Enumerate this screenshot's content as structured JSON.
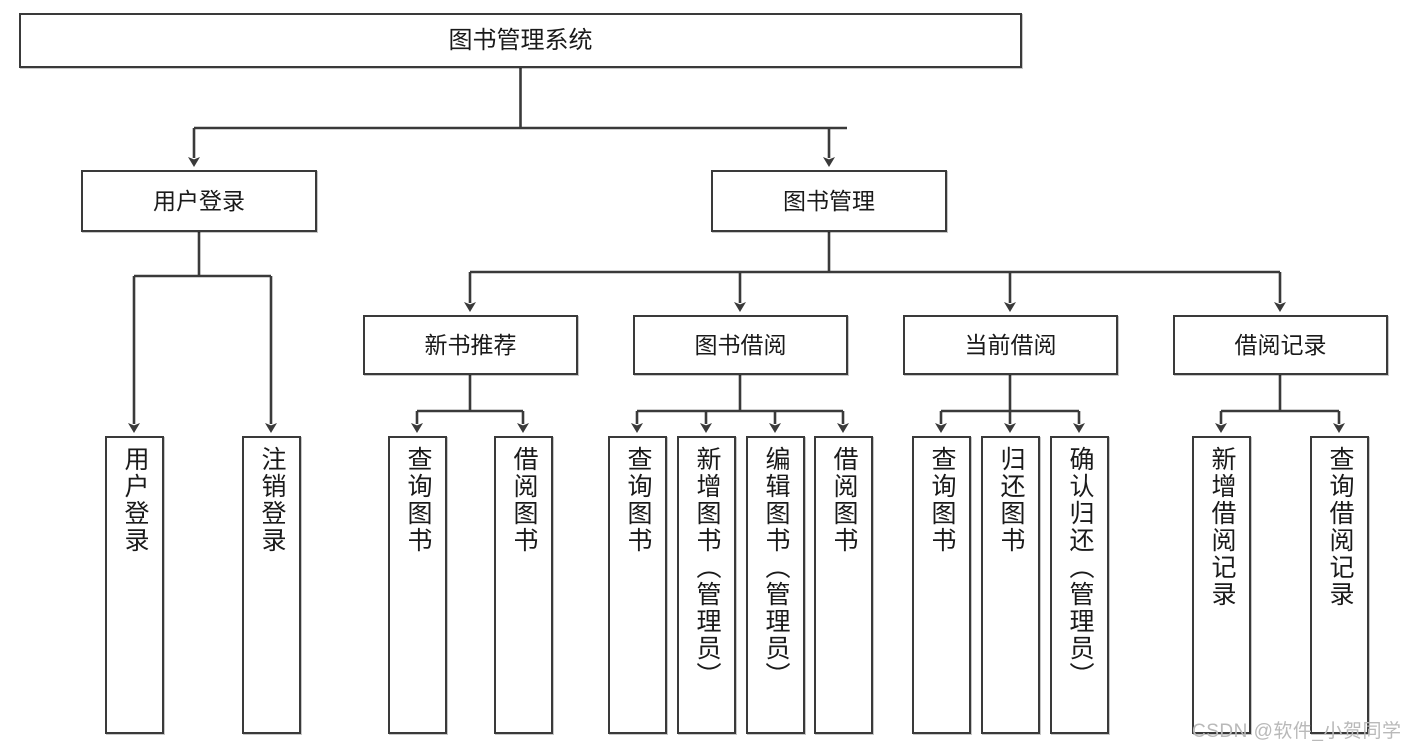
{
  "diagram": {
    "title": "图书管理系统",
    "type": "tree-hierarchy-chart",
    "root": {
      "label": "图书管理系统"
    },
    "level2": [
      {
        "label": "用户登录"
      },
      {
        "label": "图书管理"
      }
    ],
    "level3": [
      {
        "label": "新书推荐"
      },
      {
        "label": "图书借阅"
      },
      {
        "label": "当前借阅"
      },
      {
        "label": "借阅记录"
      }
    ],
    "leaves": {
      "user_login": [
        {
          "label": "用户登录"
        },
        {
          "label": "注销登录"
        }
      ],
      "new_book_recommend": [
        {
          "label": "查询图书"
        },
        {
          "label": "借阅图书"
        }
      ],
      "book_borrow": [
        {
          "label": "查询图书"
        },
        {
          "label": "新增图书（管理员）"
        },
        {
          "label": "编辑图书（管理员）"
        },
        {
          "label": "借阅图书"
        }
      ],
      "current_borrow": [
        {
          "label": "查询图书"
        },
        {
          "label": "归还图书"
        },
        {
          "label": "确认归还（管理员）"
        }
      ],
      "borrow_record": [
        {
          "label": "新增借阅记录"
        },
        {
          "label": "查询借阅记录"
        }
      ]
    }
  },
  "watermark": {
    "text": "CSDN @软件_小贺同学"
  },
  "colors": {
    "stroke": "#3a3a3a",
    "box_fill": "#ffffff",
    "text": "#1a1a1a",
    "watermark": "#b9b9b9",
    "background": "#ffffff"
  }
}
